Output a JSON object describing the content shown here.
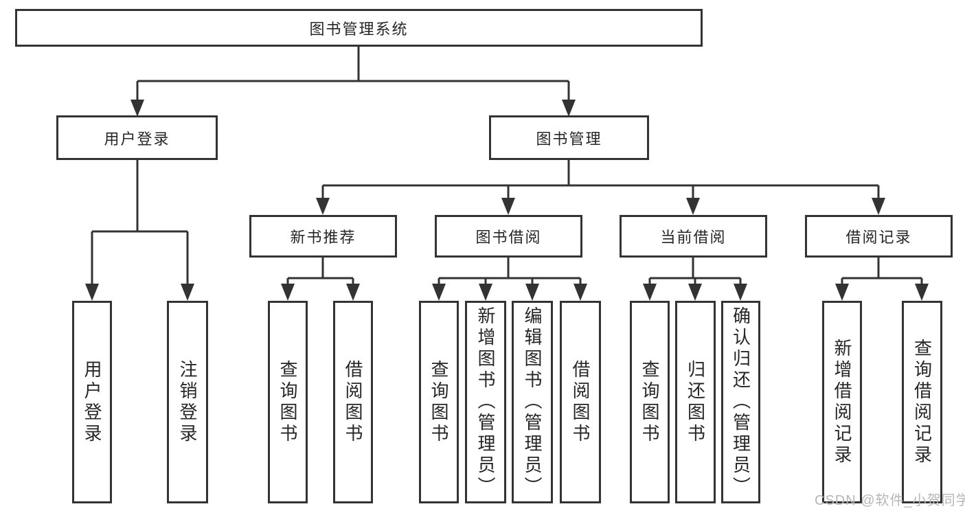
{
  "diagram": {
    "root": {
      "label": "图书管理系统"
    },
    "branches": [
      {
        "label": "用户登录"
      },
      {
        "label": "图书管理"
      }
    ],
    "modules": [
      {
        "parent": "图书管理",
        "label": "新书推荐"
      },
      {
        "parent": "图书管理",
        "label": "图书借阅"
      },
      {
        "parent": "图书管理",
        "label": "当前借阅"
      },
      {
        "parent": "图书管理",
        "label": "借阅记录"
      }
    ],
    "leaves": [
      {
        "parent": "用户登录",
        "label": "用户登录"
      },
      {
        "parent": "用户登录",
        "label": "注销登录"
      },
      {
        "parent": "新书推荐",
        "label": "查询图书"
      },
      {
        "parent": "新书推荐",
        "label": "借阅图书"
      },
      {
        "parent": "图书借阅",
        "label": "查询图书"
      },
      {
        "parent": "图书借阅",
        "label": "新增图书（管理员）"
      },
      {
        "parent": "图书借阅",
        "label": "编辑图书（管理员）"
      },
      {
        "parent": "图书借阅",
        "label": "借阅图书"
      },
      {
        "parent": "当前借阅",
        "label": "查询图书"
      },
      {
        "parent": "当前借阅",
        "label": "归还图书"
      },
      {
        "parent": "当前借阅",
        "label": "确认归还（管理员）"
      },
      {
        "parent": "借阅记录",
        "label": "新增借阅记录"
      },
      {
        "parent": "借阅记录",
        "label": "查询借阅记录"
      }
    ]
  },
  "watermark": {
    "text": "CSDN @软件_小贺同学",
    "color": "#b6b6b6"
  },
  "colors": {
    "line": "#333333",
    "box_border": "#333333",
    "box_fill": "#ffffff",
    "text": "#262626",
    "background": "#ffffff"
  }
}
